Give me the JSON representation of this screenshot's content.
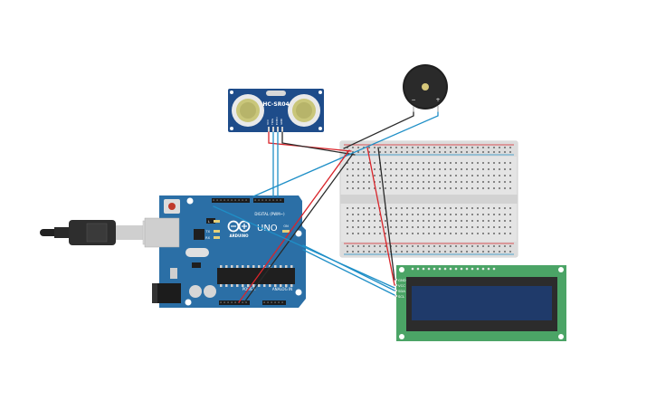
{
  "sensor": {
    "label": "HC-SR04",
    "pins": [
      "VCC",
      "TRIG",
      "ECHO",
      "GND"
    ]
  },
  "arduino": {
    "brand": "ARDUINO",
    "model": "UNO",
    "digital_label": "DIGITAL (PWM~)",
    "power_label": "POWER",
    "analog_label": "ANALOG IN",
    "led_labels": [
      "L",
      "TX",
      "RX"
    ],
    "on_label": "ON"
  },
  "buzzer": {
    "minus": "−",
    "plus": "+"
  },
  "lcd": {
    "pins": [
      "GND",
      "VCC",
      "SDA",
      "SCL"
    ]
  },
  "colors": {
    "wire_blue": "#1f8fc7",
    "wire_red": "#d9242a",
    "wire_black": "#2a2a2a",
    "arduino_board": "#2b6fa6",
    "sensor_board": "#1e4c8a",
    "lcd_board": "#4ba466",
    "lcd_screen": "#1f3a6a",
    "breadboard": "#e6e6e6"
  }
}
